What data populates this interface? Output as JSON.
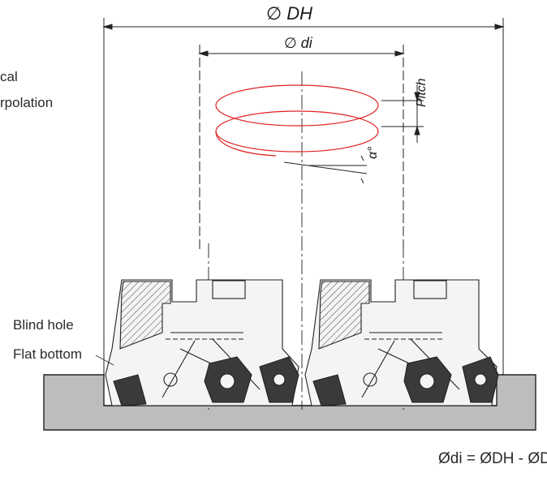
{
  "labels": {
    "helical_line1": "cal",
    "helical_line2": "rpolation",
    "blind_hole": "Blind hole",
    "flat_bottom": "Flat bottom",
    "formula": "Ødi = ØDH - ØDc"
  },
  "dimensions": {
    "dh": "DH",
    "di": "di",
    "pitch": "Pitch",
    "alpha": "α°",
    "diameter_symbol": "∅"
  },
  "colors": {
    "helix": "#e02020",
    "line": "#222222",
    "workpiece": "#bdbdbd",
    "cutter_body": "#f4f4f4",
    "insert": "#3a3a3a"
  }
}
